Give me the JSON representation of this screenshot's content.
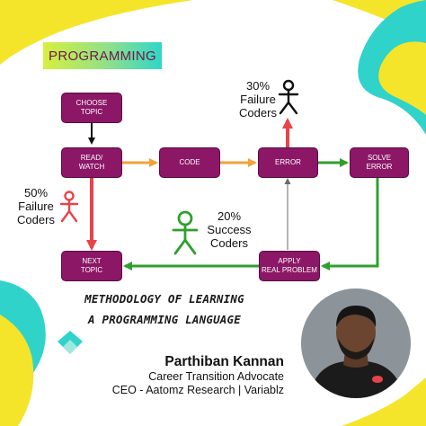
{
  "tag": "PROGRAMMING",
  "nodes": {
    "choose_topic": "CHOOSE\nTOPIC",
    "read_watch": "READ/\nWATCH",
    "code": "CODE",
    "error": "ERROR",
    "solve_error": "SOLVE\nERROR",
    "next_topic": "NEXT\nTOPIC",
    "apply": "APPLY\nREAL PROBLEM"
  },
  "annotations": {
    "failure_30": "30%\nFailure\nCoders",
    "failure_50": "50%\nFailure\nCoders",
    "success_20": "20%\nSuccess\nCoders"
  },
  "heading": {
    "line1": "METHODOLOGY OF LEARNING",
    "line2": "A PROGRAMMING LANGUAGE"
  },
  "author": {
    "name": "Parthiban Kannan",
    "role1": "Career Transition Advocate",
    "role2": "CEO - Aatomz Research | Variablz"
  },
  "colors": {
    "node_fill": "#8b1766",
    "arrow_orange": "#f3a13b",
    "arrow_green": "#2ea02c",
    "arrow_red": "#e8434a",
    "arrow_black": "#111111",
    "arrow_gray": "#6a6a6a",
    "accent_yellow": "#f5e52a",
    "accent_teal": "#30d3c9"
  }
}
